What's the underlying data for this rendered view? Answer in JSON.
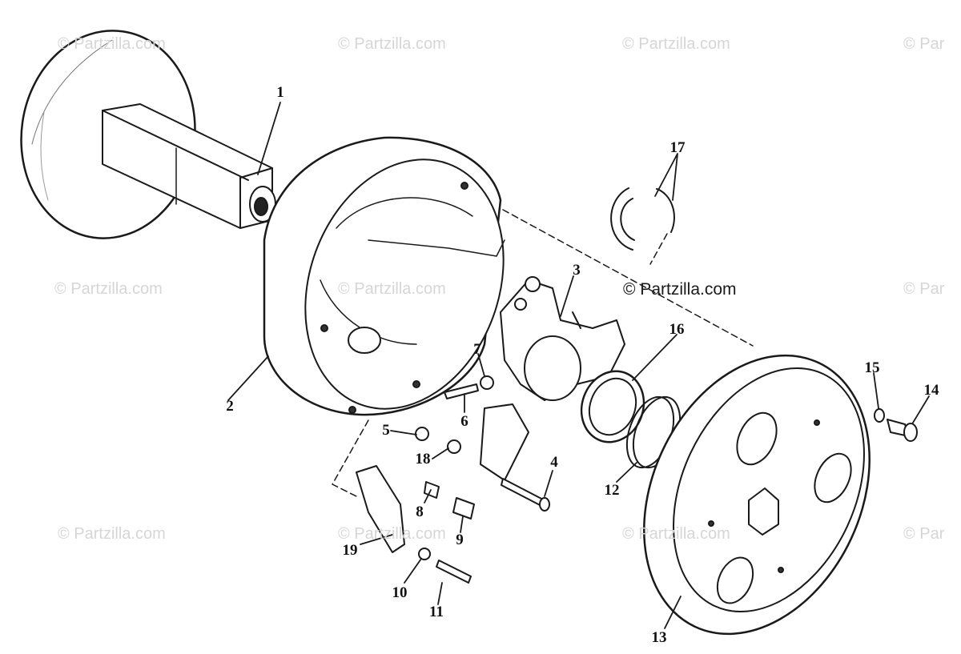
{
  "watermarks": {
    "text": "© Partzilla.com",
    "text_partial": "© Par"
  },
  "callouts": {
    "c1": "1",
    "c2": "2",
    "c3": "3",
    "c4": "4",
    "c5": "5",
    "c6": "6",
    "c7": "7",
    "c8": "8",
    "c9": "9",
    "c10": "10",
    "c11": "11",
    "c12": "12",
    "c13": "13",
    "c14": "14",
    "c15": "15",
    "c16": "16",
    "c17": "17",
    "c18": "18",
    "c19": "19"
  },
  "colors": {
    "line": "#1a1a1a",
    "watermark": "#d6d6d6",
    "background": "#ffffff"
  }
}
